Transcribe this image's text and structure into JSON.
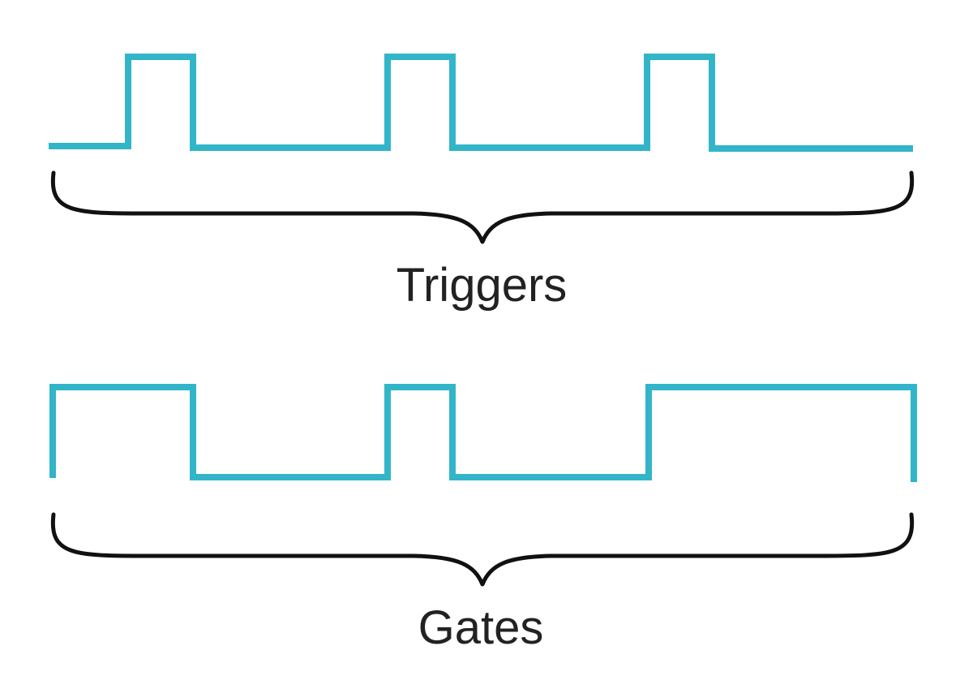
{
  "colors": {
    "signal": "#32b5c8",
    "brace": "#111111",
    "text": "#222222",
    "background": "#ffffff"
  },
  "labels": {
    "triggers": "Triggers",
    "gates": "Gates"
  },
  "signals": {
    "triggers": {
      "type": "pulse-train",
      "pulse_count": 3,
      "pulse_style": "short fixed-width"
    },
    "gates": {
      "type": "variable-length-pulses",
      "pulse_count": 3,
      "pulse_style": "variable width (held)"
    }
  }
}
